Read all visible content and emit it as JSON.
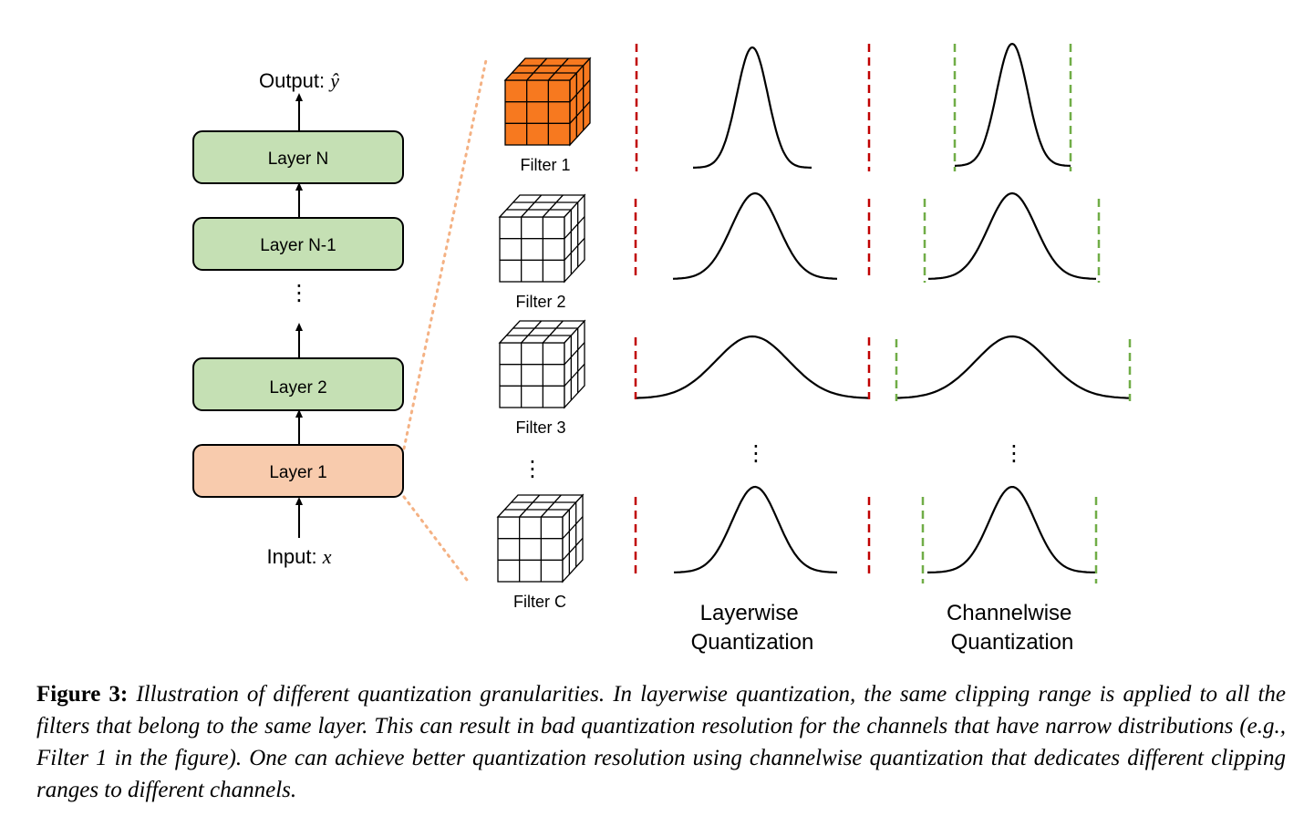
{
  "layers_stack": {
    "output_label": "Output: ",
    "output_var": "ŷ",
    "input_label": "Input: ",
    "input_var": "x",
    "dots": "⋮",
    "layers": [
      {
        "label": "Layer N",
        "highlighted": false
      },
      {
        "label": "Layer N-1",
        "highlighted": false
      },
      {
        "label": "Layer 2",
        "highlighted": false
      },
      {
        "label": "Layer 1",
        "highlighted": true
      }
    ]
  },
  "filters": {
    "labels": [
      "Filter 1",
      "Filter 2",
      "Filter 3",
      "Filter C"
    ],
    "dots": "⋮"
  },
  "columns": {
    "layerwise_title": [
      "Layerwise",
      "Quantization"
    ],
    "channelwise_title": [
      "Channelwise",
      "Quantization"
    ],
    "dots": "⋮"
  },
  "caption": {
    "label": "Figure 3:",
    "text": "Illustration of different quantization granularities. In layerwise quantization, the same clipping range is applied to all the filters that belong to the same layer. This can result in bad quantization resolution for the channels that have narrow distributions (e.g., Filter 1 in the figure). One can achieve better quantization resolution using channelwise quantization that dedicates different clipping ranges to different channels."
  },
  "colors": {
    "layer_fill": "#c5e0b4",
    "layer1_fill": "#f8cbad",
    "filter1_fill": "#f7791f",
    "layerwise_clip": "#c00000",
    "channelwise_clip": "#70ad47",
    "connector": "#f4b183"
  }
}
